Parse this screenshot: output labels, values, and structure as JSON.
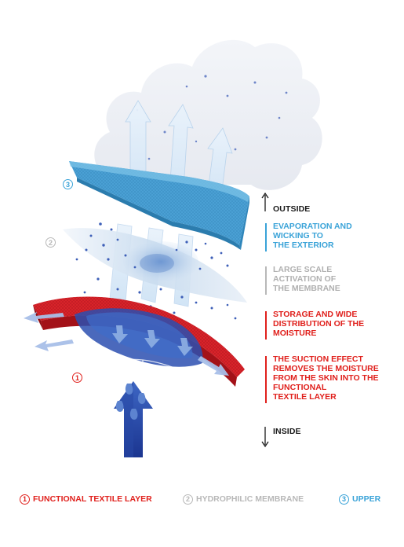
{
  "labels": {
    "outside": "OUTSIDE",
    "inside": "INSIDE",
    "evaporation": [
      "EVAPORATION AND",
      "WICKING TO",
      "THE EXTERIOR"
    ],
    "large_scale": [
      "LARGE SCALE",
      "ACTIVATION OF",
      "THE MEMBRANE"
    ],
    "storage": [
      "STORAGE AND WIDE",
      "DISTRIBUTION OF THE",
      "MOISTURE"
    ],
    "suction": [
      "THE SUCTION EFFECT",
      "REMOVES THE MOISTURE",
      "FROM THE SKIN INTO THE",
      "FUNCTIONAL",
      "TEXTILE LAYER"
    ]
  },
  "layer_markers": {
    "upper": "3",
    "membrane": "2",
    "functional": "1"
  },
  "legend": [
    {
      "number": "1",
      "label": "FUNCTIONAL TEXTILE LAYER",
      "color": "#e0201c"
    },
    {
      "number": "2",
      "label": "HYDROPHILIC MEMBRANE",
      "color": "#b8b8b8"
    },
    {
      "number": "3",
      "label": "UPPER",
      "color": "#3aa3d8"
    }
  ],
  "colors": {
    "black": "#1a1a1a",
    "blue": "#3aa3d8",
    "grey": "#b8b8b8",
    "red": "#e0201c",
    "navy": "#1f3d9a"
  }
}
